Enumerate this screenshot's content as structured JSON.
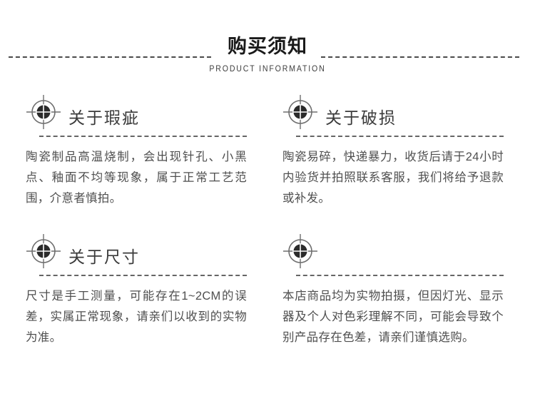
{
  "header": {
    "title": "购买须知",
    "subtitle": "PRODUCT INFORMATION",
    "rule_style": "dashed",
    "title_color": "#1a1a1a",
    "subtitle_color": "#3d3d3d"
  },
  "sections": [
    {
      "icon": "crosshair-target-icon",
      "title": "关于瑕疵",
      "body": "陶瓷制品高温烧制，会出现针孔、小黑点、釉面不均等现象，属于正常工艺范围，介意者慎拍。"
    },
    {
      "icon": "crosshair-target-icon",
      "title": "关于破损",
      "body": "陶瓷易碎，快递暴力，收货后请于24小时内验货并拍照联系客服，我们将给予退款或补发。"
    },
    {
      "icon": "crosshair-target-icon",
      "title": "关于尺寸",
      "body": "尺寸是手工测量，可能存在1~2CM的误差，实属正常现象，请亲们以收到的实物为准。"
    },
    {
      "icon": "crosshair-target-icon",
      "title": "",
      "body": "本店商品均为实物拍摄，但因灯光、显示器及个人对色彩理解不同，可能会导致个别产品存在色差，请亲们谨慎选购。"
    }
  ],
  "colors": {
    "background": "#ffffff",
    "body_text": "#4f4f4f",
    "section_title": "#3b3b3b",
    "rule": "#666666",
    "icon_dark": "#2b2b2b",
    "icon_ring": "#6e6e6e"
  }
}
